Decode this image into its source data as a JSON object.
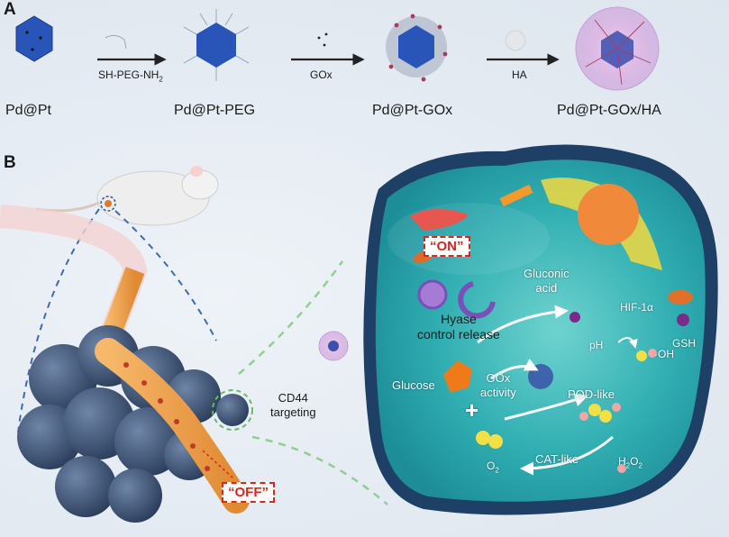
{
  "panel_a": {
    "letter": "A",
    "steps": [
      {
        "product": "Pd@Pt"
      },
      {
        "reagent": "SH-PEG-NH",
        "reagent_sub": "2",
        "product": "Pd@Pt-PEG"
      },
      {
        "reagent": "GOx",
        "product": "Pd@Pt-GOx"
      },
      {
        "reagent": "HA",
        "product": "Pd@Pt-GOx/HA"
      }
    ]
  },
  "panel_b": {
    "letter": "B",
    "tumor_labels": {
      "cd44_line1": "CD44",
      "cd44_line2": "targeting",
      "off": "“OFF”"
    },
    "cell_labels": {
      "on": "“ON”",
      "gluconic_line1": "Gluconic",
      "gluconic_line2": "acid",
      "hif": "HIF-1α",
      "hyase_line1": "Hyase",
      "hyase_line2": "control release",
      "ph": "pH",
      "oh": "·OH",
      "gsh": "GSH",
      "glucose": "Glucose",
      "gox_line1": "GOx",
      "gox_line2": "activity",
      "pod": "POD-like",
      "plus": "+",
      "cat": "CAT-like",
      "o2": "O",
      "o2_sub": "2",
      "h2o2_h": "H",
      "h2o2_sub1": "2",
      "h2o2_o": "O",
      "h2o2_sub2": "2"
    }
  },
  "colors": {
    "cell_water": "#2fb4b8",
    "cell_rim": "#1e3f66",
    "tumor": "#3a4f6e",
    "vessel": "#f0a04a",
    "off_on": "#d9261c",
    "arrow": "#222222",
    "nanoparticle_core": "#2a55b8"
  },
  "icons": [
    "arrow-right-icon",
    "mouse-icon",
    "tumor-icon",
    "cell-icon",
    "nanoparticle-icon"
  ]
}
